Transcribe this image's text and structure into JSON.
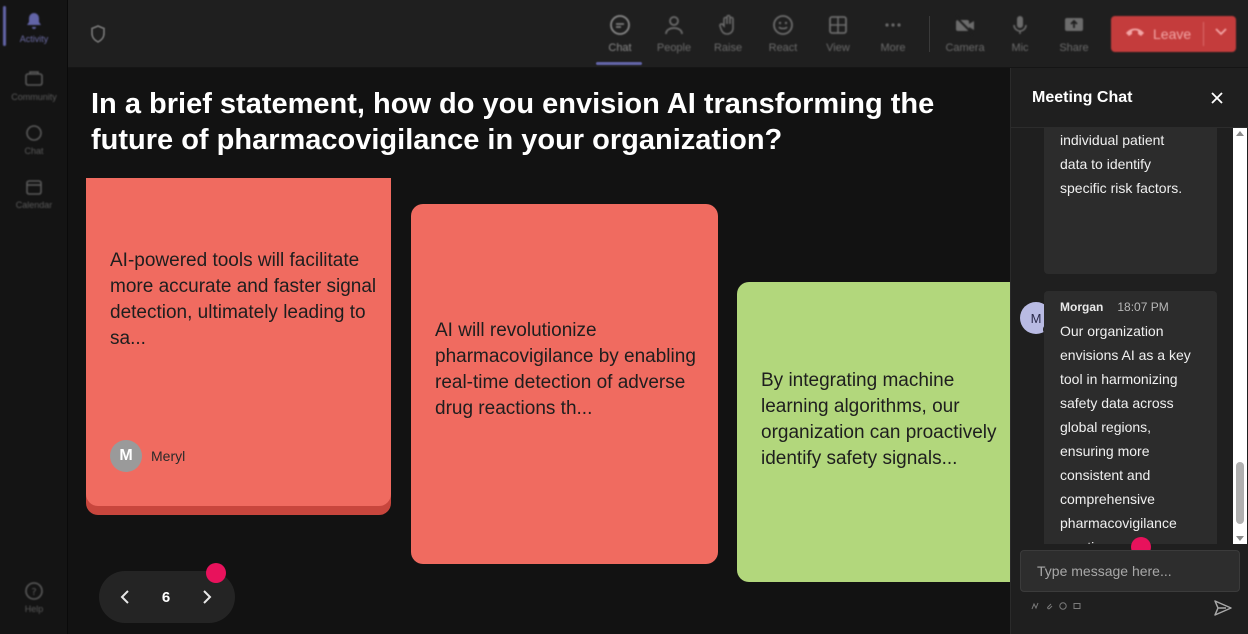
{
  "rail": {
    "items": [
      {
        "label": "Activity",
        "icon": "bell-icon"
      },
      {
        "label": "Community",
        "icon": "community-icon"
      },
      {
        "label": "Chat",
        "icon": "chat-icon"
      },
      {
        "label": "Calendar",
        "icon": "calendar-icon"
      },
      {
        "label": "Help",
        "icon": "help-icon"
      }
    ]
  },
  "toolbar": {
    "items": [
      {
        "label": "Chat",
        "icon": "chat-bubble-icon"
      },
      {
        "label": "People",
        "icon": "people-icon"
      },
      {
        "label": "Raise",
        "icon": "raise-hand-icon"
      },
      {
        "label": "React",
        "icon": "smiley-icon"
      },
      {
        "label": "View",
        "icon": "grid-view-icon"
      },
      {
        "label": "More",
        "icon": "more-icon"
      },
      {
        "label": "Camera",
        "icon": "camera-off-icon"
      },
      {
        "label": "Mic",
        "icon": "mic-icon"
      },
      {
        "label": "Share",
        "icon": "share-icon"
      }
    ],
    "leave_label": "Leave"
  },
  "stage": {
    "question": "In a brief statement, how do you envision AI transforming the future of pharmacovigilance in your organization?",
    "cards": [
      {
        "text": "AI-powered tools will facilitate more accurate and faster signal detection, ultimately leading to sa...",
        "author_initial": "M",
        "author_name": "Meryl",
        "color": "#f06b60"
      },
      {
        "text": "AI will revolutionize pharmacovigilance by enabling real-time detection of adverse drug reactions th...",
        "color": "#f06b60"
      },
      {
        "text_lines": [
          "By integrating machine",
          "learning algorithms, our",
          "organization can proactively",
          "identify safety signals..."
        ],
        "color": "#b2d77c"
      }
    ],
    "pager": {
      "page": "6"
    }
  },
  "chat": {
    "title": "Meeting Chat",
    "messages": [
      {
        "text_lines": [
          "individual patient",
          "data to identify",
          "specific risk factors."
        ]
      },
      {
        "sender": "Morgan",
        "initial": "M",
        "time": "18:07 PM",
        "text_lines": [
          "Our organization",
          "envisions AI as a key",
          "tool in harmonizing",
          "safety data across",
          "global regions,",
          "ensuring more",
          "consistent and",
          "comprehensive",
          "pharmacovigilance",
          "practices."
        ]
      }
    ],
    "input_placeholder": "Type message here...",
    "format_icons": [
      "ink-icon",
      "attach-icon",
      "emoji-icon",
      "gif-icon"
    ]
  },
  "colors": {
    "accent": "#6264a7",
    "leave": "#c43c3c",
    "notification_dot": "#e8125c"
  }
}
